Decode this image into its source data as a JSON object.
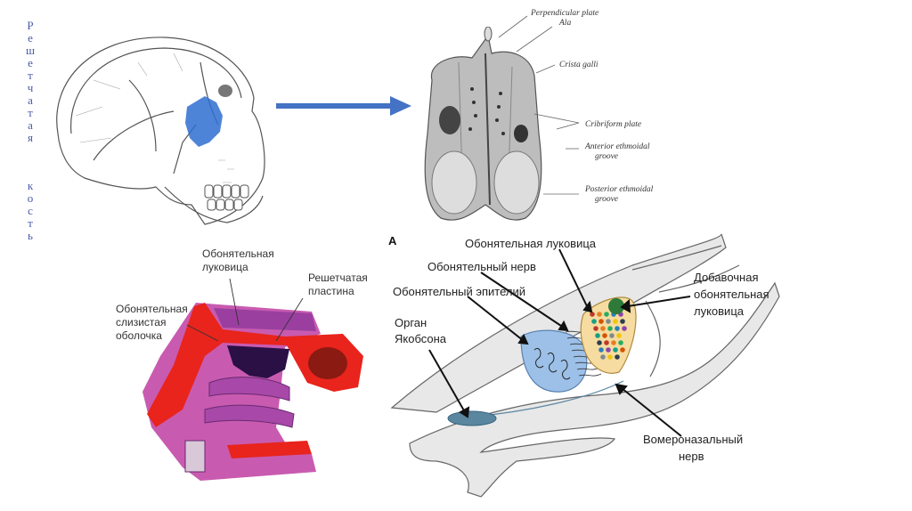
{
  "slide": {
    "vertical_title": {
      "word1": [
        "Р",
        "е",
        "ш",
        "е",
        "т",
        "ч",
        "а",
        "т",
        "а",
        "я"
      ],
      "word2": [
        "к",
        "о",
        "с",
        "т",
        "ь"
      ]
    },
    "colors": {
      "title": "#4a5aa8",
      "arrow": "#4472c4",
      "ethmoid_highlight": "#2f6fd0",
      "mucosa_red": "#e8241c",
      "tissue_pink": "#c85bb0",
      "bulb_dark": "#2a1045",
      "epithelium_blue": "#9cc0e8",
      "bulb_yellow": "#f6dca0",
      "accessory_green": "#2e7a3a",
      "vomeronasal_organ": "#5a86a0"
    },
    "bone_diagram": {
      "labels": [
        {
          "text": "Perpendicular plate"
        },
        {
          "text": "Ala"
        },
        {
          "text": "Crista galli"
        },
        {
          "text": "Cribriform plate"
        },
        {
          "text": "Anterior ethmoidal"
        },
        {
          "text": "groove"
        },
        {
          "text": "Posterior ethmoidal"
        },
        {
          "text": "groove"
        }
      ]
    },
    "nasal_section": {
      "labels": {
        "bulb_1": "Обонятельная",
        "bulb_2": "луковица",
        "plate_1": "Решетчатая",
        "plate_2": "пластина",
        "mucosa_1": "Обонятельная",
        "mucosa_2": "слизистая",
        "mucosa_3": "оболочка"
      }
    },
    "vno_diagram": {
      "panel_letter": "A",
      "labels": {
        "olfactory_bulb": "Обонятельная луковица",
        "olfactory_nerve": "Обонятельный нерв",
        "olfactory_epithelium": "Обонятельный эпителий",
        "jacobson_1": "Орган",
        "jacobson_2": "Якобсона",
        "accessory_1": "Добавочная",
        "accessory_2": "обонятельная",
        "accessory_3": "луковица",
        "vomeronasal_1": "Вомероназальный",
        "vomeronasal_2": "нерв"
      }
    }
  }
}
